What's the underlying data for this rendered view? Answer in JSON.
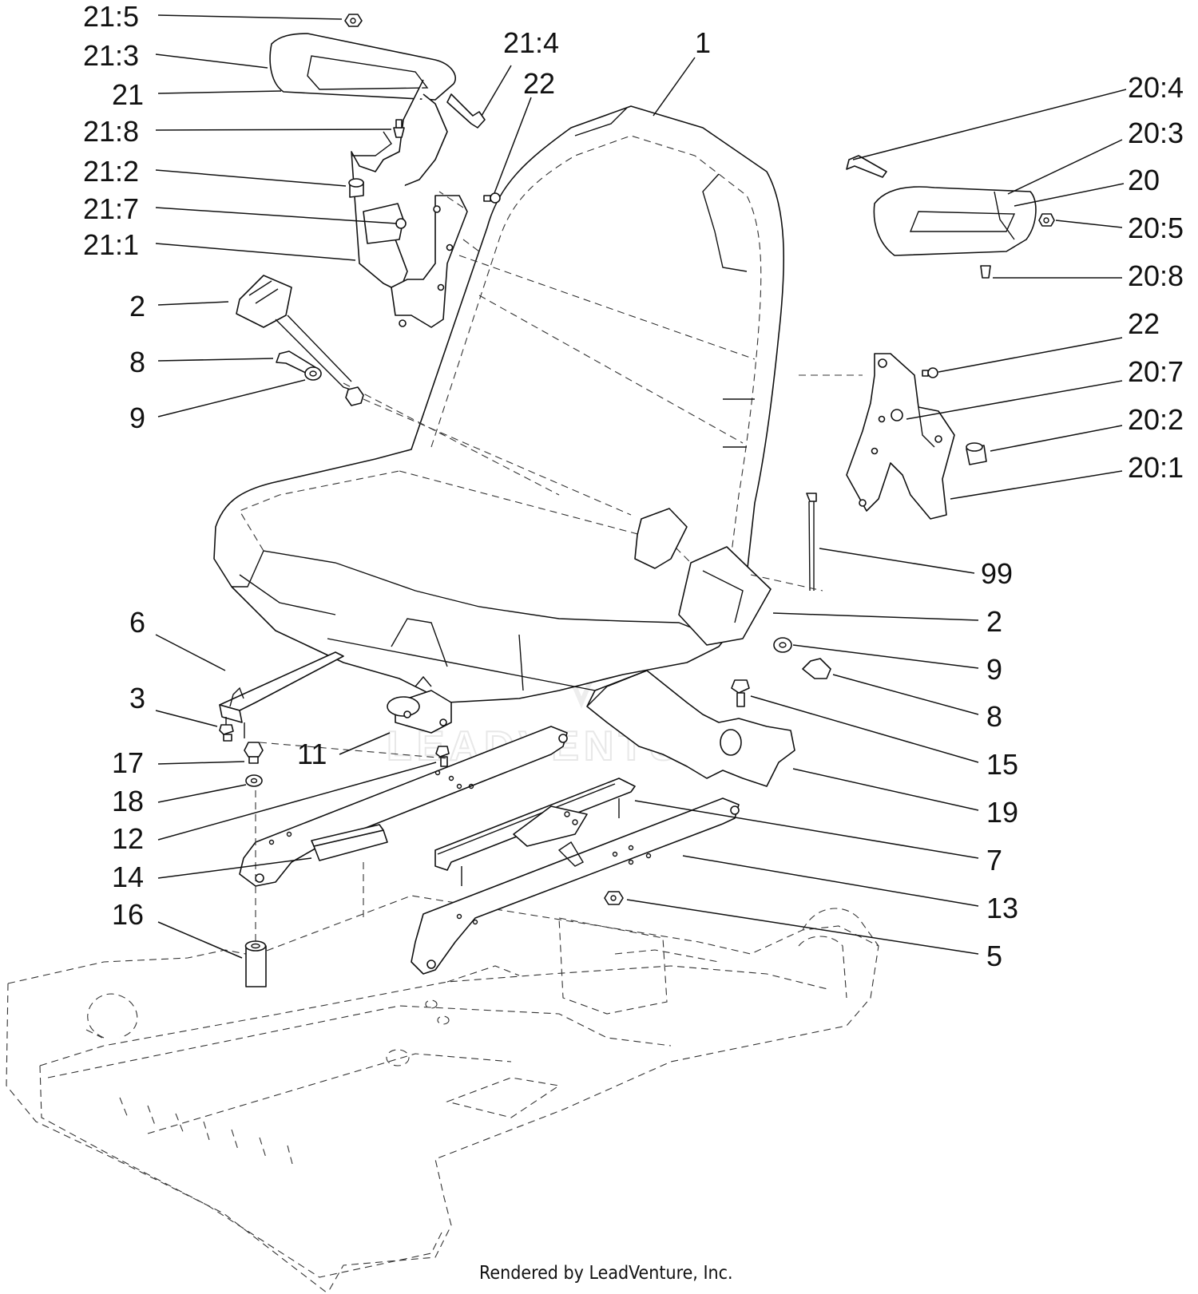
{
  "callouts": [
    {
      "id": "21:5"
    },
    {
      "id": "21:3"
    },
    {
      "id": "21"
    },
    {
      "id": "21:8"
    },
    {
      "id": "21:2"
    },
    {
      "id": "21:7"
    },
    {
      "id": "21:1"
    },
    {
      "id": "2"
    },
    {
      "id": "8"
    },
    {
      "id": "9"
    },
    {
      "id": "21:4"
    },
    {
      "id": "22"
    },
    {
      "id": "1"
    },
    {
      "id": "20:4"
    },
    {
      "id": "20:3"
    },
    {
      "id": "20"
    },
    {
      "id": "20:5"
    },
    {
      "id": "20:8"
    },
    {
      "id": "22"
    },
    {
      "id": "20:7"
    },
    {
      "id": "20:2"
    },
    {
      "id": "20:1"
    },
    {
      "id": "99"
    },
    {
      "id": "2"
    },
    {
      "id": "9"
    },
    {
      "id": "8"
    },
    {
      "id": "15"
    },
    {
      "id": "19"
    },
    {
      "id": "7"
    },
    {
      "id": "13"
    },
    {
      "id": "5"
    },
    {
      "id": "6"
    },
    {
      "id": "3"
    },
    {
      "id": "17"
    },
    {
      "id": "18"
    },
    {
      "id": "12"
    },
    {
      "id": "14"
    },
    {
      "id": "16"
    },
    {
      "id": "11"
    }
  ],
  "watermark": "LEADVENTURE",
  "footer": "Rendered by LeadVenture, Inc."
}
